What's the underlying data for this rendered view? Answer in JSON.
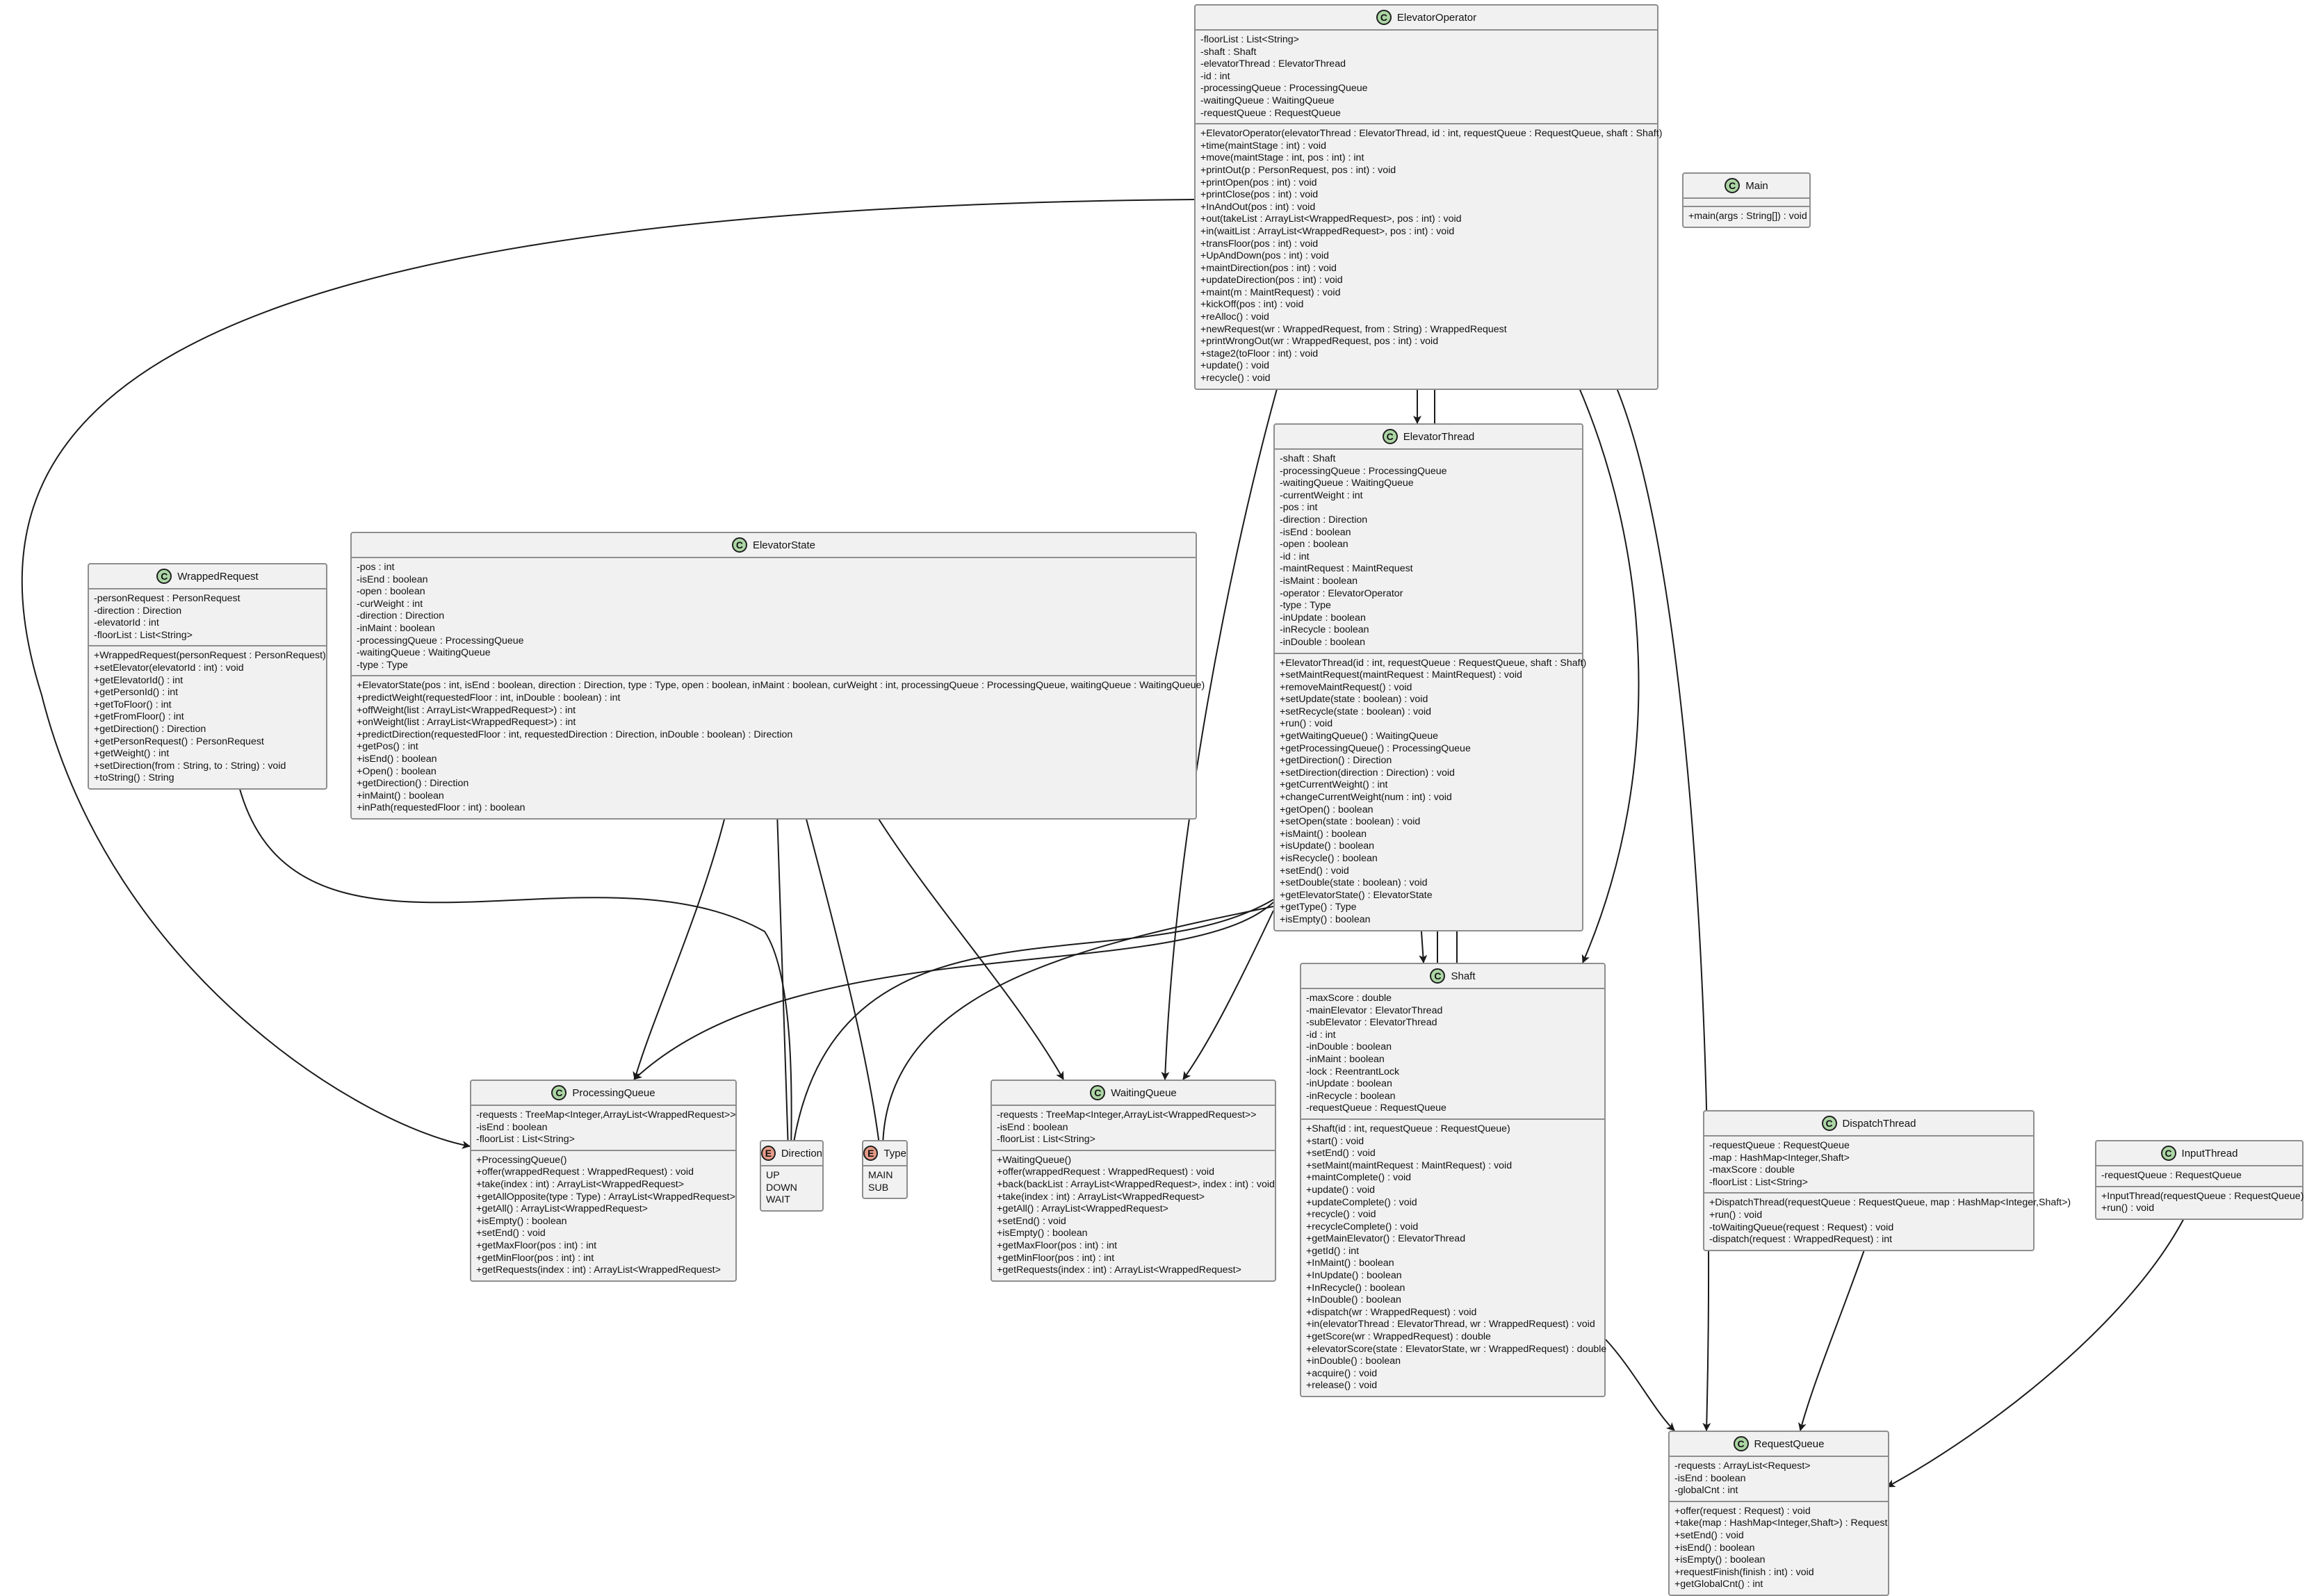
{
  "classes": {
    "elevator_operator": {
      "name": "ElevatorOperator",
      "kind": "C",
      "fields": [
        "-floorList : List<String>",
        "-shaft : Shaft",
        "-elevatorThread : ElevatorThread",
        "-id : int",
        "-processingQueue : ProcessingQueue",
        "-waitingQueue : WaitingQueue",
        "-requestQueue : RequestQueue"
      ],
      "methods": [
        "+ElevatorOperator(elevatorThread : ElevatorThread, id : int, requestQueue : RequestQueue, shaft : Shaft)",
        "+time(maintStage : int) : void",
        "+move(maintStage : int, pos : int) : int",
        "+printOut(p : PersonRequest, pos : int) : void",
        "+printOpen(pos : int) : void",
        "+printClose(pos : int) : void",
        "+InAndOut(pos : int) : void",
        "+out(takeList : ArrayList<WrappedRequest>, pos : int) : void",
        "+in(waitList : ArrayList<WrappedRequest>, pos : int) : void",
        "+transFloor(pos : int) : void",
        "+UpAndDown(pos : int) : void",
        "+maintDirection(pos : int) : void",
        "+updateDirection(pos : int) : void",
        "+maint(m : MaintRequest) : void",
        "+kickOff(pos : int) : void",
        "+reAlloc() : void",
        "+newRequest(wr : WrappedRequest, from : String) : WrappedRequest",
        "+printWrongOut(wr : WrappedRequest, pos : int) : void",
        "+stage2(toFloor : int) : void",
        "+update() : void",
        "+recycle() : void"
      ]
    },
    "main": {
      "name": "Main",
      "kind": "C",
      "fields": [],
      "methods": [
        "+main(args : String[]) : void"
      ]
    },
    "elevator_thread": {
      "name": "ElevatorThread",
      "kind": "C",
      "fields": [
        "-shaft : Shaft",
        "-processingQueue : ProcessingQueue",
        "-waitingQueue : WaitingQueue",
        "-currentWeight : int",
        "-pos : int",
        "-direction : Direction",
        "-isEnd : boolean",
        "-open : boolean",
        "-id : int",
        "-maintRequest : MaintRequest",
        "-isMaint : boolean",
        "-operator : ElevatorOperator",
        "-type : Type",
        "-inUpdate : boolean",
        "-inRecycle : boolean",
        "-inDouble : boolean"
      ],
      "methods": [
        "+ElevatorThread(id : int, requestQueue : RequestQueue, shaft : Shaft)",
        "+setMaintRequest(maintRequest : MaintRequest) : void",
        "+removeMaintRequest() : void",
        "+setUpdate(state : boolean) : void",
        "+setRecycle(state : boolean) : void",
        "+run() : void",
        "+getWaitingQueue() : WaitingQueue",
        "+getProcessingQueue() : ProcessingQueue",
        "+getDirection() : Direction",
        "+setDirection(direction : Direction) : void",
        "+getCurrentWeight() : int",
        "+changeCurrentWeight(num : int) : void",
        "+getOpen() : boolean",
        "+setOpen(state : boolean) : void",
        "+isMaint() : boolean",
        "+isUpdate() : boolean",
        "+isRecycle() : boolean",
        "+setEnd() : void",
        "+setDouble(state : boolean) : void",
        "+getElevatorState() : ElevatorState",
        "+getType() : Type",
        "+isEmpty() : boolean"
      ]
    },
    "elevator_state": {
      "name": "ElevatorState",
      "kind": "C",
      "fields": [
        "-pos : int",
        "-isEnd : boolean",
        "-open : boolean",
        "-curWeight : int",
        "-direction : Direction",
        "-inMaint : boolean",
        "-processingQueue : ProcessingQueue",
        "-waitingQueue : WaitingQueue",
        "-type : Type"
      ],
      "methods": [
        "+ElevatorState(pos : int, isEnd : boolean, direction : Direction, type : Type, open : boolean, inMaint : boolean, curWeight : int, processingQueue : ProcessingQueue, waitingQueue : WaitingQueue)",
        "+predictWeight(requestedFloor : int, inDouble : boolean) : int",
        "+offWeight(list : ArrayList<WrappedRequest>) : int",
        "+onWeight(list : ArrayList<WrappedRequest>) : int",
        "+predictDirection(requestedFloor : int, requestedDirection : Direction, inDouble : boolean) : Direction",
        "+getPos() : int",
        "+isEnd() : boolean",
        "+Open() : boolean",
        "+getDirection() : Direction",
        "+inMaint() : boolean",
        "+inPath(requestedFloor : int) : boolean"
      ]
    },
    "wrapped_request": {
      "name": "WrappedRequest",
      "kind": "C",
      "fields": [
        "-personRequest : PersonRequest",
        "-direction : Direction",
        "-elevatorId : int",
        "-floorList : List<String>"
      ],
      "methods": [
        "+WrappedRequest(personRequest : PersonRequest)",
        "+setElevator(elevatorId : int) : void",
        "+getElevatorId() : int",
        "+getPersonId() : int",
        "+getToFloor() : int",
        "+getFromFloor() : int",
        "+getDirection() : Direction",
        "+getPersonRequest() : PersonRequest",
        "+getWeight() : int",
        "+setDirection(from : String, to : String) : void",
        "+toString() : String"
      ]
    },
    "shaft": {
      "name": "Shaft",
      "kind": "C",
      "fields": [
        "-maxScore : double",
        "-mainElevator : ElevatorThread",
        "-subElevator : ElevatorThread",
        "-id : int",
        "-inDouble : boolean",
        "-inMaint : boolean",
        "-lock : ReentrantLock",
        "-inUpdate : boolean",
        "-inRecycle : boolean",
        "-requestQueue : RequestQueue"
      ],
      "methods": [
        "+Shaft(id : int, requestQueue : RequestQueue)",
        "+start() : void",
        "+setEnd() : void",
        "+setMaint(maintRequest : MaintRequest) : void",
        "+maintComplete() : void",
        "+update() : void",
        "+updateComplete() : void",
        "+recycle() : void",
        "+recycleComplete() : void",
        "+getMainElevator() : ElevatorThread",
        "+getId() : int",
        "+InMaint() : boolean",
        "+InUpdate() : boolean",
        "+InRecycle() : boolean",
        "+InDouble() : boolean",
        "+dispatch(wr : WrappedRequest) : void",
        "+in(elevatorThread : ElevatorThread, wr : WrappedRequest) : void",
        "+getScore(wr : WrappedRequest) : double",
        "+elevatorScore(state : ElevatorState, wr : WrappedRequest) : double",
        "+inDouble() : boolean",
        "+acquire() : void",
        "+release() : void"
      ]
    },
    "processing_queue": {
      "name": "ProcessingQueue",
      "kind": "C",
      "fields": [
        "-requests : TreeMap<Integer,ArrayList<WrappedRequest>>",
        "-isEnd : boolean",
        "-floorList : List<String>"
      ],
      "methods": [
        "+ProcessingQueue()",
        "+offer(wrappedRequest : WrappedRequest) : void",
        "+take(index : int) : ArrayList<WrappedRequest>",
        "+getAllOpposite(type : Type) : ArrayList<WrappedRequest>",
        "+getAll() : ArrayList<WrappedRequest>",
        "+isEmpty() : boolean",
        "+setEnd() : void",
        "+getMaxFloor(pos : int) : int",
        "+getMinFloor(pos : int) : int",
        "+getRequests(index : int) : ArrayList<WrappedRequest>"
      ]
    },
    "direction": {
      "name": "Direction",
      "kind": "E",
      "fields": [
        "UP",
        "DOWN",
        "WAIT"
      ],
      "methods": []
    },
    "type": {
      "name": "Type",
      "kind": "E",
      "fields": [
        "MAIN",
        "SUB"
      ],
      "methods": []
    },
    "waiting_queue": {
      "name": "WaitingQueue",
      "kind": "C",
      "fields": [
        "-requests : TreeMap<Integer,ArrayList<WrappedRequest>>",
        "-isEnd : boolean",
        "-floorList : List<String>"
      ],
      "methods": [
        "+WaitingQueue()",
        "+offer(wrappedRequest : WrappedRequest) : void",
        "+back(backList : ArrayList<WrappedRequest>, index : int) : void",
        "+take(index : int) : ArrayList<WrappedRequest>",
        "+getAll() : ArrayList<WrappedRequest>",
        "+setEnd() : void",
        "+isEmpty() : boolean",
        "+getMaxFloor(pos : int) : int",
        "+getMinFloor(pos : int) : int",
        "+getRequests(index : int) : ArrayList<WrappedRequest>"
      ]
    },
    "dispatch_thread": {
      "name": "DispatchThread",
      "kind": "C",
      "fields": [
        "-requestQueue : RequestQueue",
        "-map : HashMap<Integer,Shaft>",
        "-maxScore : double",
        "-floorList : List<String>"
      ],
      "methods": [
        "+DispatchThread(requestQueue : RequestQueue, map : HashMap<Integer,Shaft>)",
        "+run() : void",
        "-toWaitingQueue(request : Request) : void",
        "-dispatch(request : WrappedRequest) : int"
      ]
    },
    "input_thread": {
      "name": "InputThread",
      "kind": "C",
      "fields": [
        "-requestQueue : RequestQueue"
      ],
      "methods": [
        "+InputThread(requestQueue : RequestQueue)",
        "+run() : void"
      ]
    },
    "request_queue": {
      "name": "RequestQueue",
      "kind": "C",
      "fields": [
        "-requests : ArrayList<Request>",
        "-isEnd : boolean",
        "-globalCnt : int"
      ],
      "methods": [
        "+offer(request : Request) : void",
        "+take(map : HashMap<Integer,Shaft>) : Request",
        "+setEnd() : void",
        "+isEnd() : boolean",
        "+isEmpty() : boolean",
        "+requestFinish(finish : int) : void",
        "+getGlobalCnt() : int"
      ]
    }
  },
  "colors": {
    "class_fill": "#f1f1f1",
    "class_border": "#8e8e8e",
    "class_badge": "#acd6a5",
    "enum_badge": "#e59a87",
    "edge": "#1a1a1a"
  }
}
